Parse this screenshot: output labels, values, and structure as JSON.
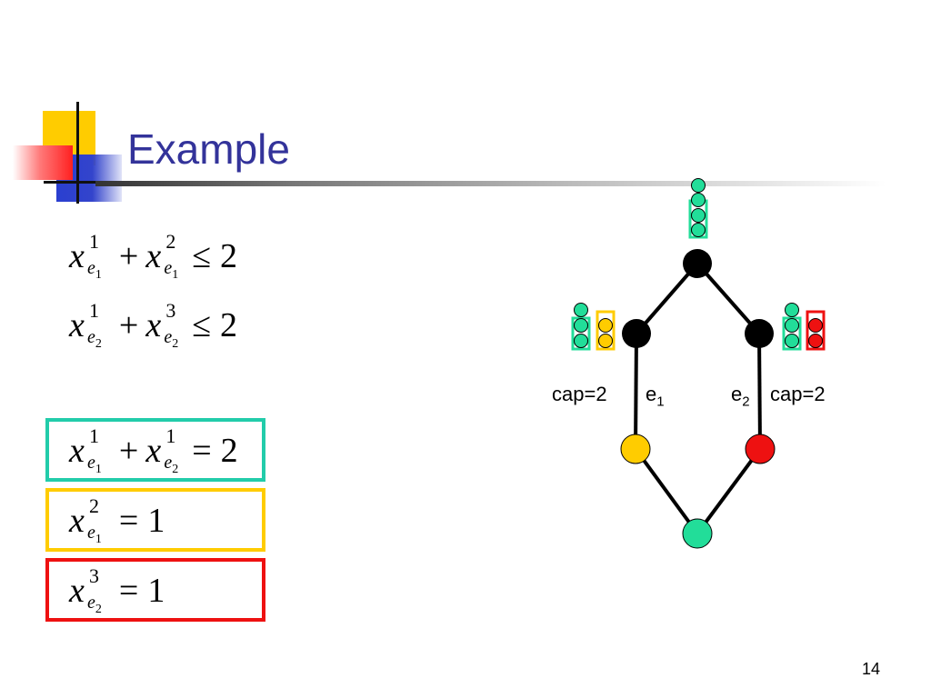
{
  "slide": {
    "title": "Example",
    "page_number": "14"
  },
  "constraints": [
    {
      "lhs1": {
        "var": "x",
        "sup": "1",
        "sub": "e",
        "sub_idx": "1"
      },
      "plus": "+",
      "lhs2": {
        "var": "x",
        "sup": "2",
        "sub": "e",
        "sub_idx": "1"
      },
      "rel": "≤",
      "rhs": "2"
    },
    {
      "lhs1": {
        "var": "x",
        "sup": "1",
        "sub": "e",
        "sub_idx": "2"
      },
      "plus": "+",
      "lhs2": {
        "var": "x",
        "sup": "3",
        "sub": "e",
        "sub_idx": "2"
      },
      "rel": "≤",
      "rhs": "2"
    }
  ],
  "solutions": [
    {
      "color": "#22ccaa",
      "t1": {
        "var": "x",
        "sup": "1",
        "sub": "e",
        "sub_idx": "1"
      },
      "plus": "+",
      "t2": {
        "var": "x",
        "sup": "1",
        "sub": "e",
        "sub_idx": "2"
      },
      "rel": "=",
      "rhs": "2"
    },
    {
      "color": "#ffcc00",
      "t1": {
        "var": "x",
        "sup": "2",
        "sub": "e",
        "sub_idx": "1"
      },
      "rel": "=",
      "rhs": "1"
    },
    {
      "color": "#ee1111",
      "t1": {
        "var": "x",
        "sup": "3",
        "sub": "e",
        "sub_idx": "2"
      },
      "rel": "=",
      "rhs": "1"
    }
  ],
  "graph": {
    "left_cap": "cap=2",
    "right_cap": "cap=2",
    "edge_left": {
      "base": "e",
      "idx": "1"
    },
    "edge_right": {
      "base": "e",
      "idx": "2"
    },
    "colors": {
      "green": "#22dd99",
      "yellow": "#ffcc00",
      "red": "#ee1111",
      "node": "#000000"
    }
  }
}
